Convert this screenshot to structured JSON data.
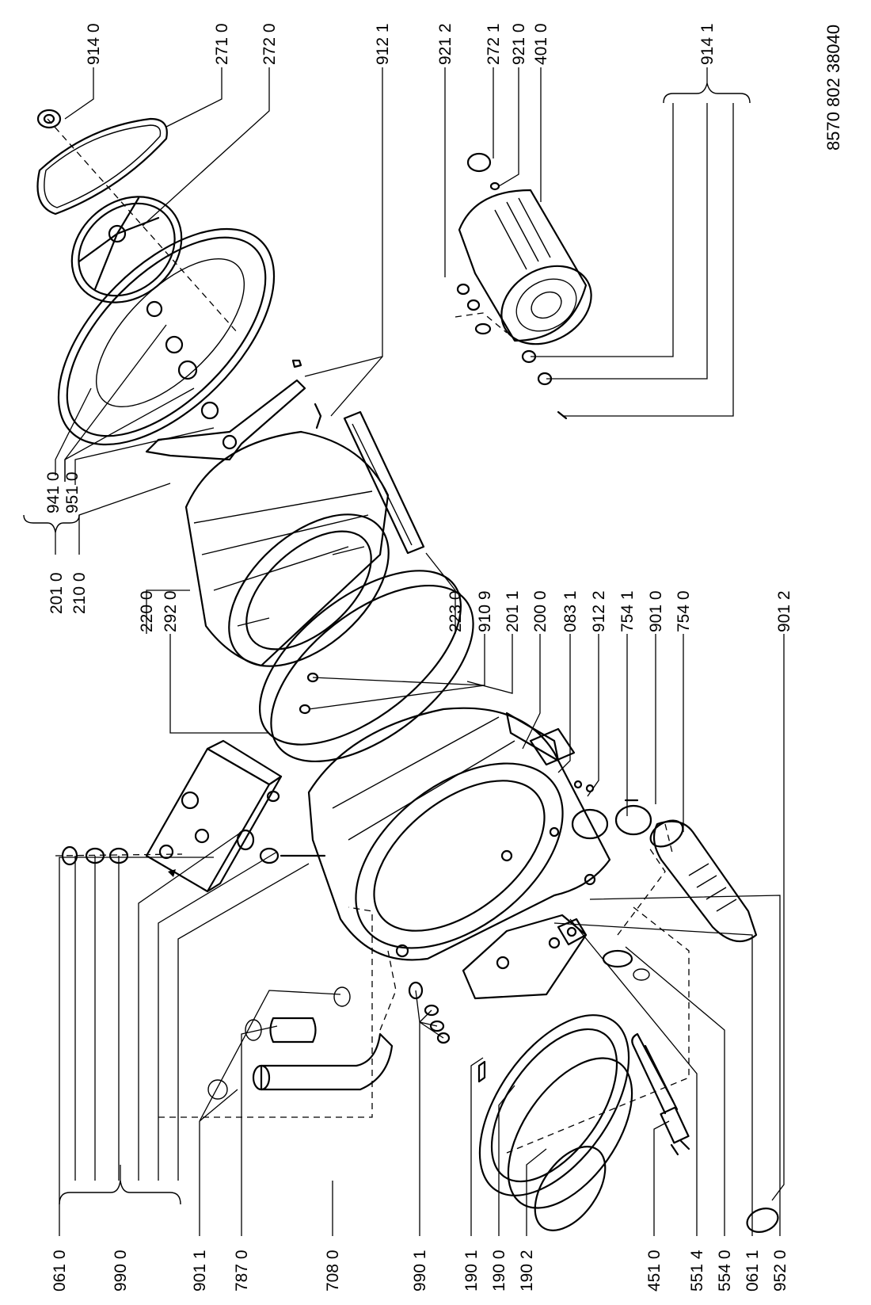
{
  "document_number": "8570 802 38040",
  "part_numbers": [
    "914 0",
    "271 0",
    "272 0",
    "912 1",
    "921 2",
    "272 1",
    "921 0",
    "401 0",
    "914 1",
    "941 0",
    "951 0",
    "201 0",
    "210 0",
    "220 0",
    "292 0",
    "223 0",
    "910 9",
    "201 1",
    "200 0",
    "083 1",
    "912 2",
    "754 1",
    "901 0",
    "754 0",
    "901 2",
    "061 0",
    "990 0",
    "901 1",
    "787 0",
    "708 0",
    "990 1",
    "190 1",
    "190 0",
    "190 2",
    "451 0",
    "551 4",
    "554 0",
    "061 1",
    "952 0"
  ]
}
